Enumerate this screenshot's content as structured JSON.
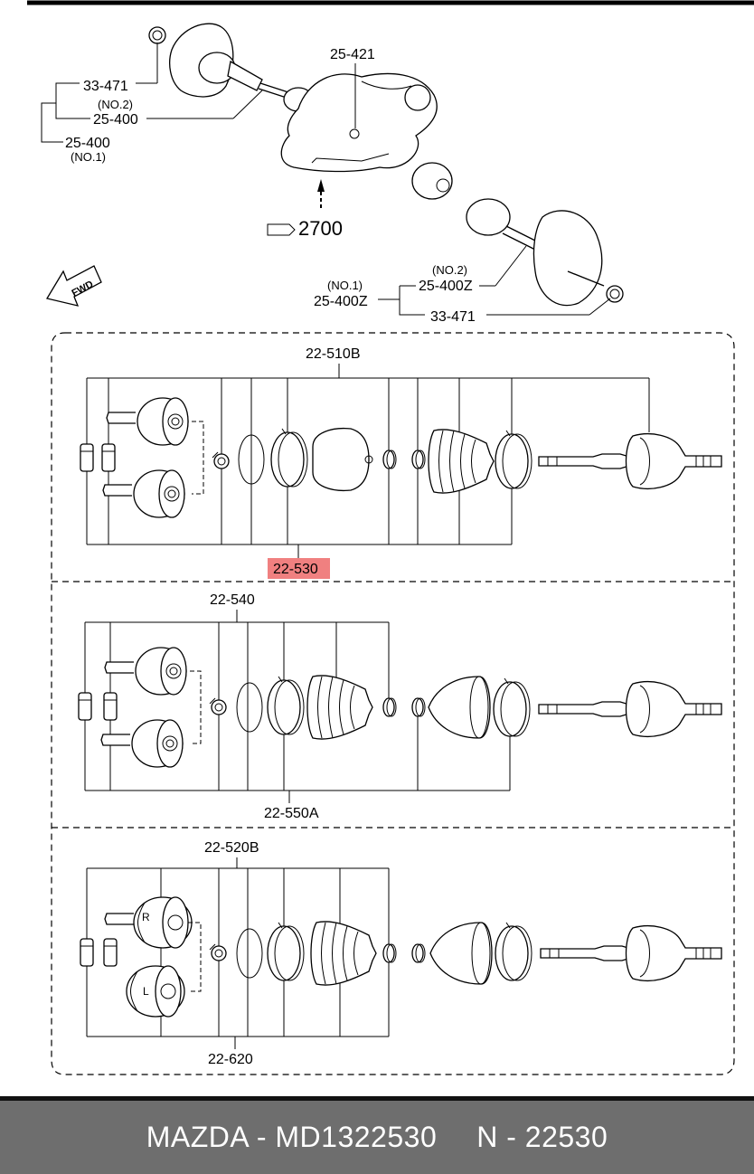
{
  "overview": {
    "label_33_471_left": "33-471",
    "label_no2_left": "(NO.2)",
    "label_25_400_left": "25-400",
    "label_25_400_no1_left": "25-400",
    "label_no1_left": "(NO.1)",
    "label_25_421": "25-421",
    "label_2700": "2700",
    "label_fwd": "FWD",
    "label_no2_right": "(NO.2)",
    "label_25_400z_no2": "25-400Z",
    "label_no1_right": "(NO.1)",
    "label_25_400z_no1": "25-400Z",
    "label_33_471_right": "33-471"
  },
  "kits": {
    "kit1_top": "22-510B",
    "kit1_bottom": "22-530",
    "kit2_top": "22-540",
    "kit2_bottom": "22-550A",
    "kit3_top": "22-520B",
    "kit3_bottom": "22-620",
    "mark_r": "R",
    "mark_l": "L"
  },
  "highlight_color": "#f08080",
  "footer": {
    "brand": "MAZDA - MD1322530",
    "code": "N - 22530"
  }
}
